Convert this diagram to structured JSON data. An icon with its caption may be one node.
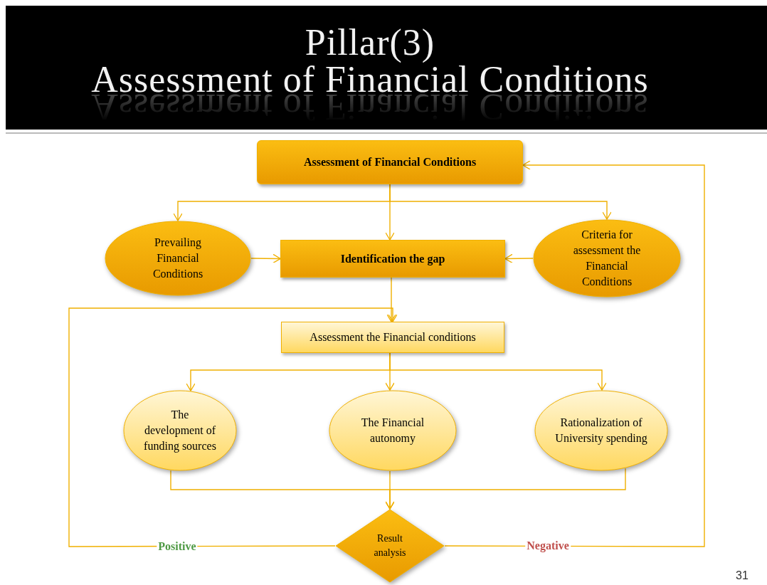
{
  "diagram": {
    "title": "Pillar(3) Assessment of Financial Conditions",
    "nodes": [
      {
        "text": [
          "Assessment of Financial Conditions"
        ]
      },
      {
        "text": [
          "Prevailing Financial Conditions"
        ]
      },
      {
        "text": [
          "Identification the gap"
        ]
      },
      {
        "text": [
          "Criteria for assessment the Financial Conditions"
        ]
      },
      {
        "text": [
          "Assessment the Financial conditions"
        ]
      },
      {
        "text": [
          "The development of funding sources"
        ]
      },
      {
        "text": [
          "The Financial autonomy"
        ]
      },
      {
        "text": [
          "Rationalization of University spending"
        ]
      },
      {
        "text": [
          "Result analysis"
        ]
      }
    ],
    "edges": [
      {
        "from": 0,
        "to": 1,
        "arrow": "to"
      },
      {
        "from": 0,
        "to": 2,
        "arrow": "to"
      },
      {
        "from": 0,
        "to": 3,
        "arrow": "to"
      },
      {
        "from": 1,
        "to": 2,
        "arrow": "to"
      },
      {
        "from": 3,
        "to": 2,
        "arrow": "to"
      },
      {
        "from": 2,
        "to": 4,
        "arrow": "to"
      },
      {
        "from": 4,
        "to": 5,
        "arrow": "to"
      },
      {
        "from": 4,
        "to": 6,
        "arrow": "to"
      },
      {
        "from": 4,
        "to": 7,
        "arrow": "to"
      },
      {
        "from": 5,
        "to": 8,
        "arrow": "to"
      },
      {
        "from": 6,
        "to": 8,
        "arrow": "to"
      },
      {
        "from": 7,
        "to": 8,
        "arrow": "to"
      },
      {
        "from": 8,
        "to": 4,
        "arrow": "to",
        "label": "Positive"
      },
      {
        "from": 8,
        "to": 0,
        "arrow": "to",
        "label": "Negative"
      }
    ],
    "labels": [
      "31"
    ]
  }
}
